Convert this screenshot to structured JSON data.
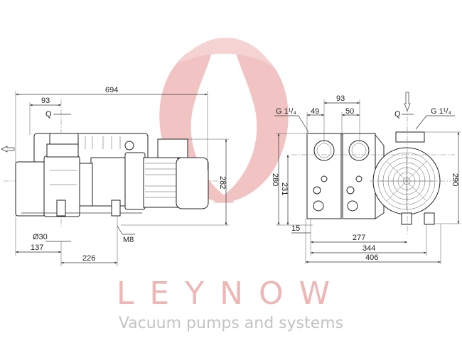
{
  "watermark": {
    "brand": "LEYNOW",
    "tagline": "Vacuum pumps and systems",
    "brand_color": "#e8a0a0",
    "tagline_color": "#bdbdbd"
  },
  "side_view": {
    "overall_length": "694",
    "inlet_offset": "93",
    "q_label": "Q",
    "height": "282",
    "shaft_diameter": "Ø30",
    "front_to_foot": "137",
    "foot_thread": "M8",
    "foot_spacing": "226"
  },
  "end_view": {
    "port_spacing": "93",
    "left_port_offset": "49",
    "right_port_offset": "50",
    "port_thread_left": "G 1¹/₄",
    "port_thread_right": "G 1¹/₄",
    "q_label": "Q",
    "height_total": "280",
    "height_center": "231",
    "height_motor": "290",
    "foot_offset": "15",
    "width_277": "277",
    "width_344": "344",
    "width_406": "406"
  }
}
